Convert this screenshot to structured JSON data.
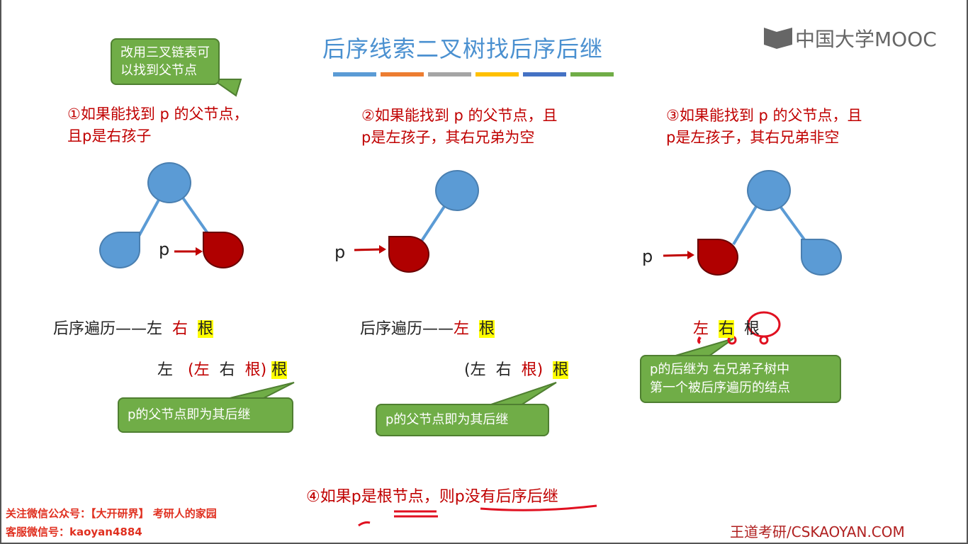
{
  "title": "后序线索二叉树找后序后继",
  "title_bar_colors": [
    "#5b9bd5",
    "#ed7d31",
    "#a5a5a5",
    "#ffc000",
    "#4472c4",
    "#70ad47"
  ],
  "logo": {
    "icon": "mooc-book-icon",
    "text": "中国大学MOOC"
  },
  "top_callout": {
    "line1": "改用三叉链表可",
    "line2": "以找到父节点"
  },
  "cases": [
    {
      "line1": "①如果能找到 p 的父节点，",
      "line2": "且p是右孩子",
      "p_label": "p",
      "traversal": {
        "prefix": "后序遍历——左",
        "right": "右",
        "root": "根"
      },
      "expand": {
        "left": "左",
        "open": "(左",
        "right": "右",
        "root": "根)",
        "root2": "根"
      },
      "callout": "p的父节点即为其后继"
    },
    {
      "line1": "②如果能找到 p 的父节点，且",
      "line2": "p是左孩子，其右兄弟为空",
      "p_label": "p",
      "traversal": {
        "prefix": "后序遍历——",
        "left": "左",
        "root": "根"
      },
      "expand": {
        "open": "(左",
        "right": "右",
        "root": "根)",
        "root2": "根"
      },
      "callout": "p的父节点即为其后继"
    },
    {
      "line1": "③如果能找到 p 的父节点，且",
      "line2": "p是左孩子，其右兄弟非空",
      "p_label": "p",
      "traversal": {
        "left": "左",
        "right": "右",
        "root": "根"
      },
      "callout_line1": "p的后继为 右兄弟子树中",
      "callout_line2": "第一个被后序遍历的结点"
    }
  ],
  "case4": {
    "prefix": "④如果",
    "p": "p",
    "is": "是",
    "root": "根节点",
    "comma": "，则",
    "p2": "p",
    "rest": "没有后序后继"
  },
  "watermark": {
    "line1": "关注微信公众号：【大开研界】 考研人的家园",
    "line2": "客服微信号：kaoyan4884"
  },
  "site": "王道考研/CSKAOYAN.COM",
  "colors": {
    "node": "#5b9bd5",
    "p_node": "#b00000",
    "callout": "#70ad47",
    "accent": "#c00000"
  }
}
